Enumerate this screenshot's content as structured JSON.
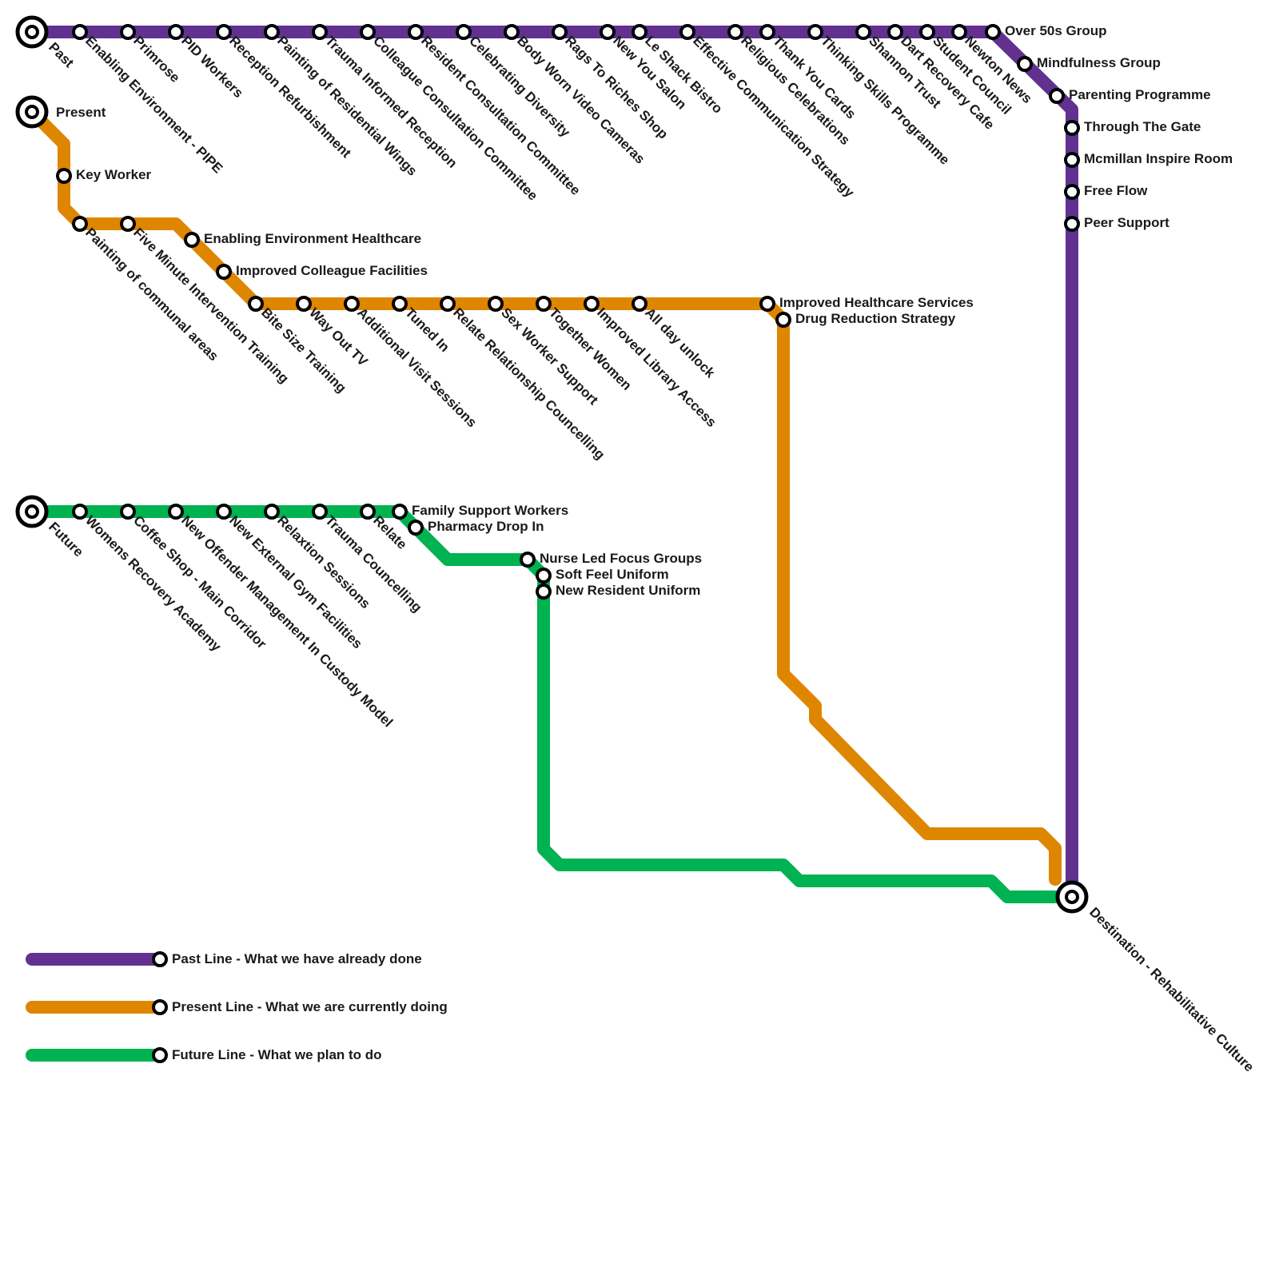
{
  "colors": {
    "past": "#62318f",
    "present": "#df8600",
    "future": "#00b251",
    "stop_outline": "#000000",
    "background": "#ffffff"
  },
  "termini": {
    "past": "Past",
    "present": "Present",
    "future": "Future",
    "destination": "Destination - Rehabilitative Culture"
  },
  "past_stations": [
    "Enabling Environment - PIPE",
    "Primrose",
    "PID Workers",
    "Reception Refurbishment",
    "Painting of Residential Wings",
    "Trauma Informed Reception",
    "Colleague Consultation Committee",
    "Resident Consultation Committee",
    "Celebrating Diversity",
    "Body Worn Video Cameras",
    "Rags To Riches Shop",
    "New You Salon",
    "Le Shack Bistro",
    "Effective Communication Strategy",
    "Religious Celebrations",
    "Thank You Cards",
    "Thinking Skills Programme",
    "Shannon Trust",
    "Dart Recovery Cafe",
    "Student Council",
    "Newton News",
    "Over 50s Group",
    "Mindfulness Group",
    "Parenting Programme",
    "Through The Gate",
    "Mcmillan Inspire Room",
    "Free Flow",
    "Peer Support"
  ],
  "present_stations": [
    "Key Worker",
    "Painting of communal areas",
    "Five Minute Intervention Training",
    "Enabling Environment Healthcare",
    "Improved Colleague Facilities",
    "Bite Size Training",
    "Way Out TV",
    "Additional Visit Sessions",
    "Tuned In",
    "Relate Relationship Councelling",
    "Sex Worker Support",
    "Together Women",
    "Improved Library Access",
    "All day unlock",
    "Improved Healthcare Services",
    "Drug Reduction Strategy"
  ],
  "future_stations": [
    "Womens Recovery Academy",
    "Coffee Shop - Main Corridor",
    "New Offender Management In Custody Model",
    "New External Gym Facilities",
    "Relaxtion Sessions",
    "Trauma Councelling",
    "Relate",
    "Family Support Workers",
    "Pharmacy Drop In",
    "Nurse Led Focus Groups",
    "Soft Feel Uniform",
    "New Resident Uniform"
  ],
  "legend": {
    "past": "Past Line - What we have already done",
    "present": "Present Line - What we are currently doing",
    "future": "Future Line - What we plan to do"
  }
}
